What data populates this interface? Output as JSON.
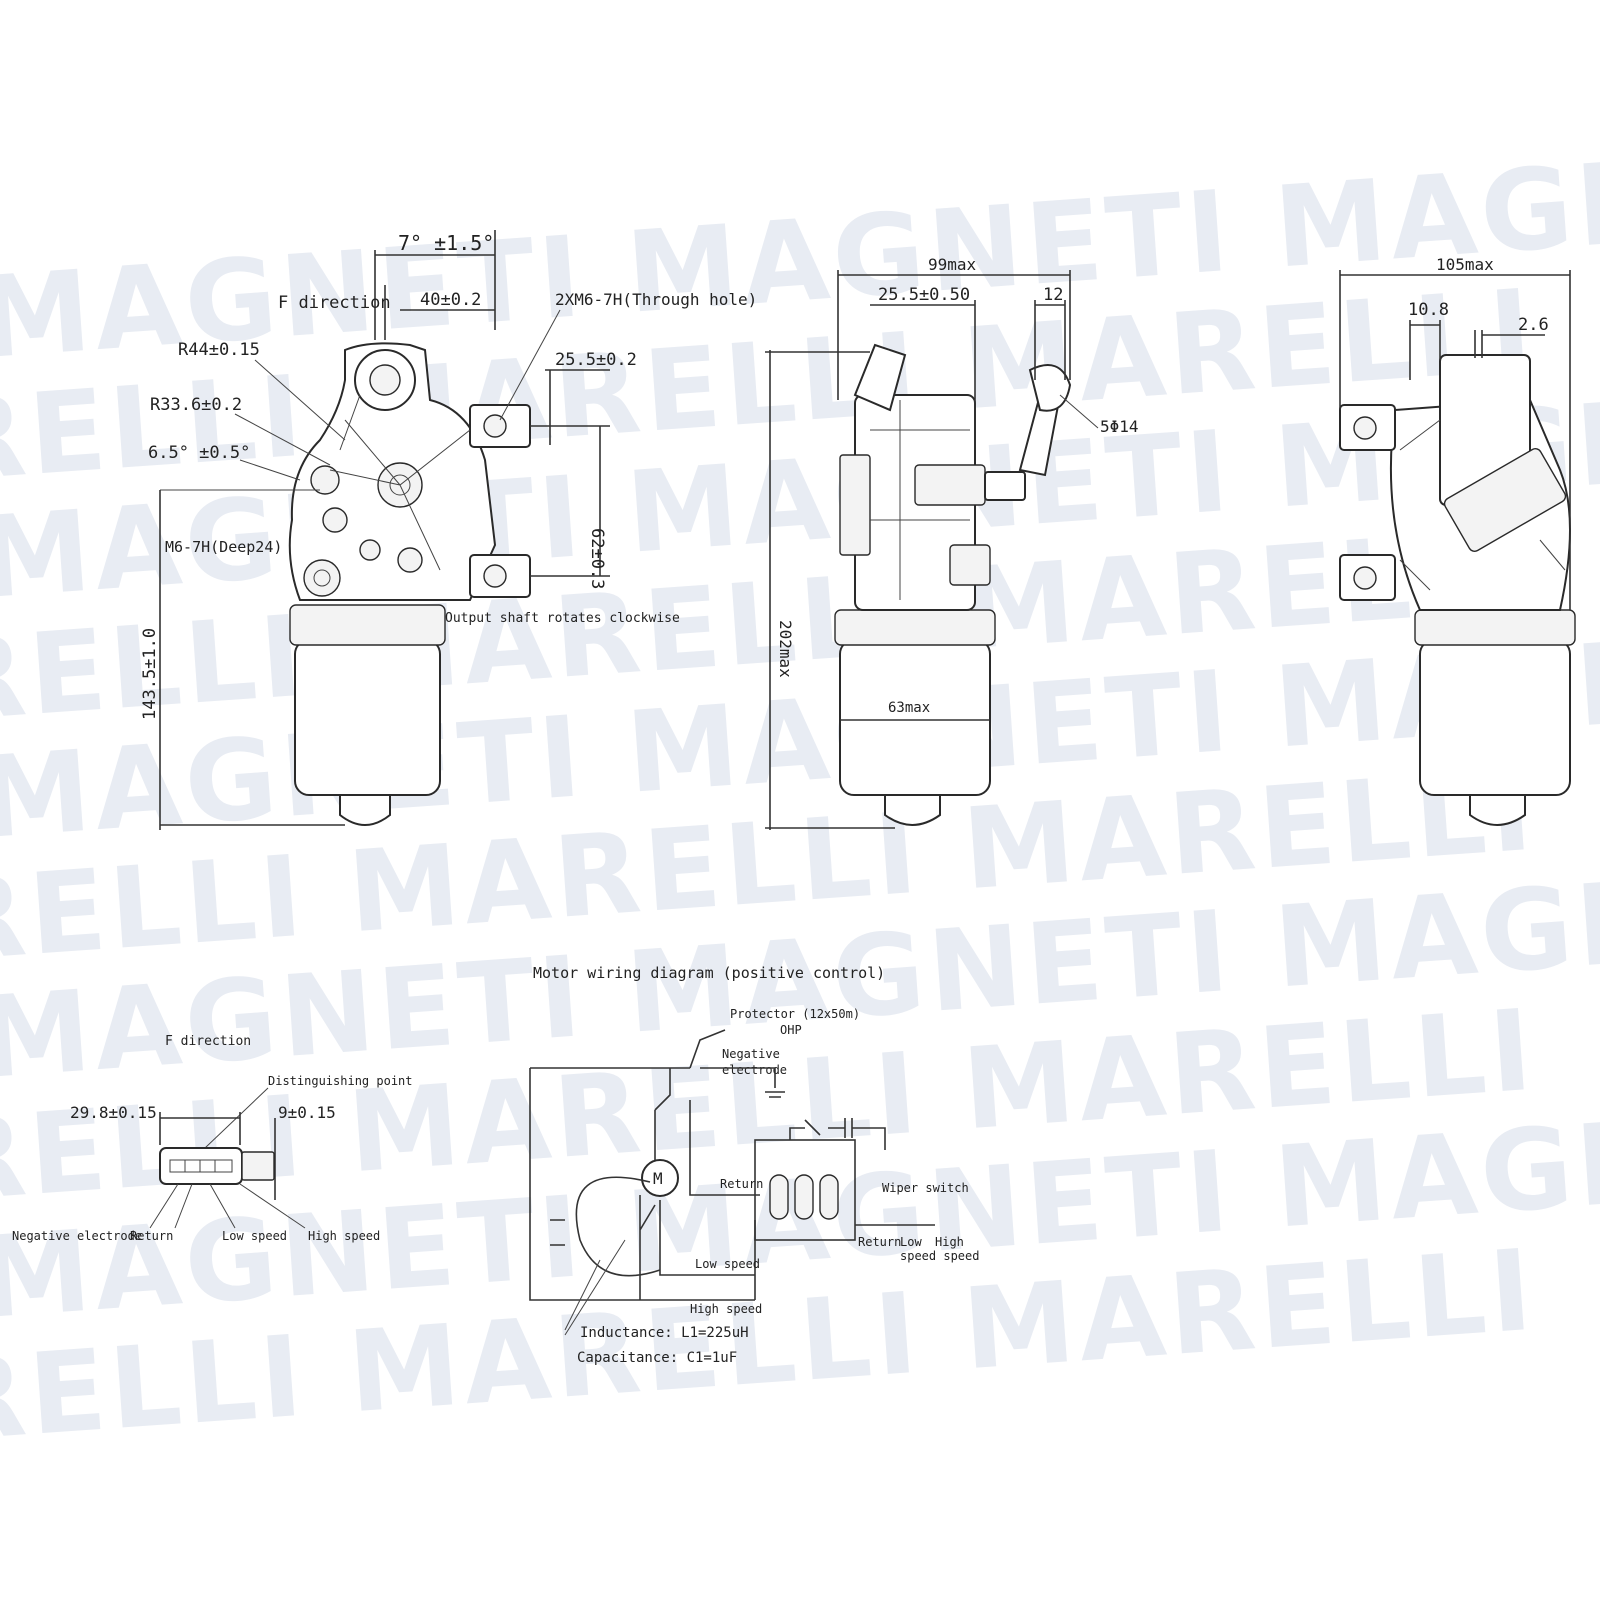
{
  "watermark": {
    "rows": [
      "MAGNETI MAGNETI MAGNETI",
      "RELLI MARELLI MARELLI",
      "MAGNETI MAGNETI MAGNETI",
      "RELLI MARELLI MARELLI",
      "MAGNETI MAGNETI MAGNETI",
      "RELLI MARELLI MARELLI",
      "MAGNETI MAGNETI MAGNETI",
      "RELLI MARELLI MARELLI",
      "MAGNETI MAGNETI MAGNETI",
      "RELLI MARELLI MARELLI"
    ]
  },
  "front_view": {
    "angle_top": "7° ±1.5°",
    "f_direction": "F direction",
    "dim_40": "40±0.2",
    "through_hole": "2XM6-7H(Through hole)",
    "r44": "R44±0.15",
    "r33": "R33.6±0.2",
    "dim_25_5": "25.5±0.2",
    "angle_6_5": "6.5° ±0.5°",
    "m6_deep": "M6-7H(Deep24)",
    "dim_62": "62±0.3",
    "output_shaft": "Output shaft rotates clockwise",
    "height": "143.5±1.0"
  },
  "side_view": {
    "dim_99": "99max",
    "dim_25_5": "25.5±0.50",
    "dim_12": "12",
    "height": "202max",
    "dim_5_14": "5Φ14",
    "dim_63": "63max"
  },
  "rear_view": {
    "dim_105": "105max",
    "dim_10_8": "10.8",
    "dim_2_6": "2.6"
  },
  "connector": {
    "f_direction": "F direction",
    "dist_point": "Distinguishing point",
    "dim_29_8": "29.8±0.15",
    "dim_9": "9±0.15",
    "neg_electrode": "Negative electrode",
    "return_label": "Return",
    "low_speed": "Low speed",
    "high_speed": "High speed"
  },
  "wiring": {
    "title": "Motor wiring diagram (positive control)",
    "protector": "Protector (12x50m)",
    "protector_sub": "OHP",
    "neg_electrode_1": "Negative",
    "neg_electrode_2": "electrode",
    "motor": "M",
    "return_label": "Return",
    "wiper_switch": "Wiper switch",
    "low_speed": "Low speed",
    "high_speed": "High speed",
    "switch_return": "Return",
    "switch_low": "Low",
    "switch_high": "High",
    "switch_speed": "speed speed",
    "inductance": "Inductance: L1=225uH",
    "capacitance": "Capacitance: C1=1uF"
  }
}
